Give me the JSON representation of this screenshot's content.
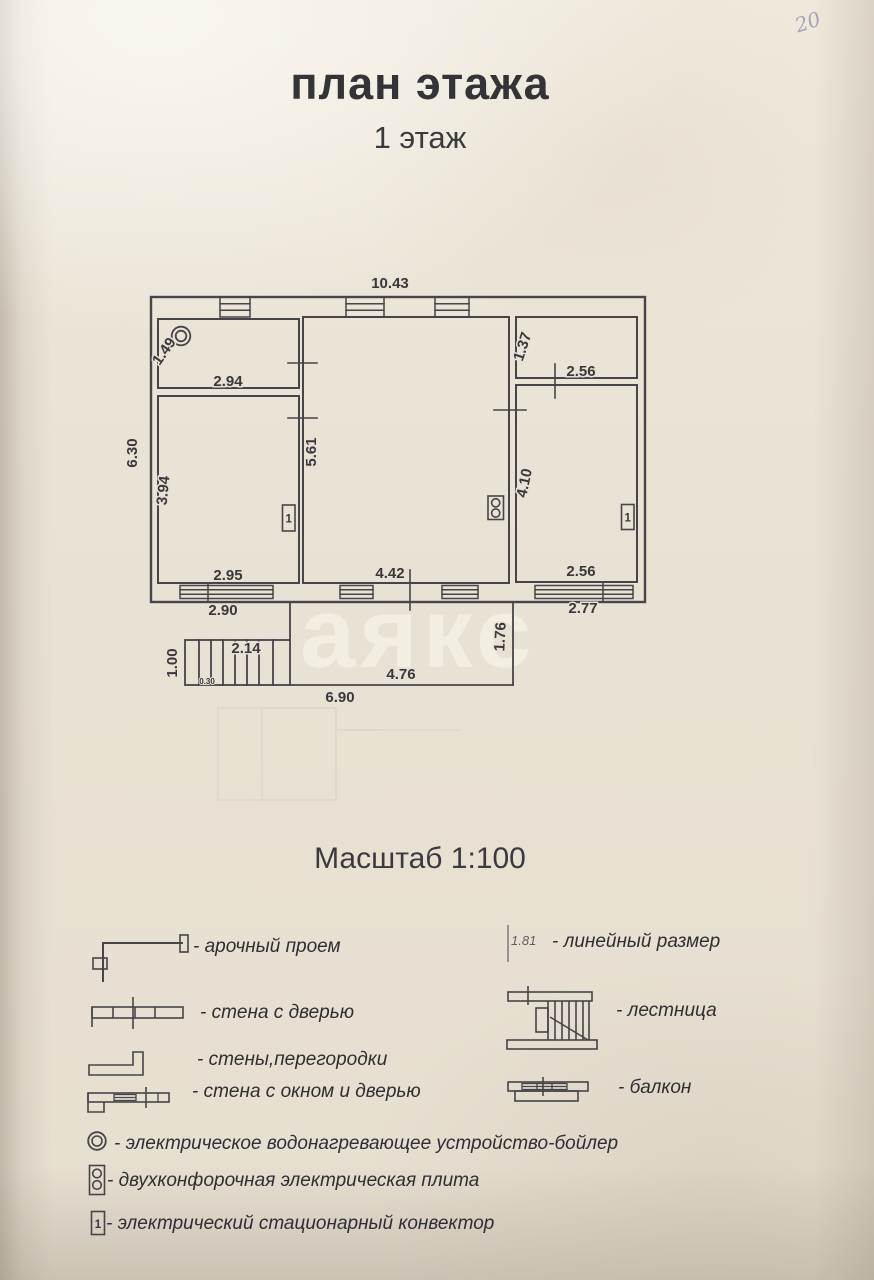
{
  "page": {
    "title": "план этажа",
    "subtitle": "1 этаж",
    "scale_label": "Масштаб 1:100",
    "handwritten_note": "20",
    "watermark": "аякс"
  },
  "plan": {
    "convector_label": "1",
    "dims": {
      "total_width": "10.43",
      "left_height": "6.30",
      "room_tl_height": "1.49",
      "room_tl_width": "2.94",
      "room_l_height": "3.94",
      "room_l_width": "2.95",
      "hall_height": "5.61",
      "hall_width": "4.42",
      "room_tr_height": "1.37",
      "room_tr_width": "2.56",
      "room_r_height": "4.10",
      "room_r_width": "2.56",
      "bottom_left": "2.90",
      "bottom_right": "2.77",
      "stairs_width": "2.14",
      "stairs_height": "1.00",
      "stairs_step": "0.30",
      "porch_width": "4.76",
      "porch_height": "1.76",
      "porch_total": "6.90"
    }
  },
  "legend": {
    "items_left": [
      {
        "label": "- арочный проем"
      },
      {
        "label": "- стена с дверью"
      },
      {
        "label": "- стены,перегородки"
      },
      {
        "label": "- стена с окном и дверью"
      },
      {
        "label": "- электрическое водонагревающее устройство-бойлер"
      },
      {
        "label": "- двухконфорочная электрическая плита"
      },
      {
        "label": "- электрический стационарный конвектор"
      }
    ],
    "items_right": [
      {
        "value": "1.81",
        "label": "- линейный размер"
      },
      {
        "label": "- лестница"
      },
      {
        "label": "- балкон"
      }
    ]
  }
}
